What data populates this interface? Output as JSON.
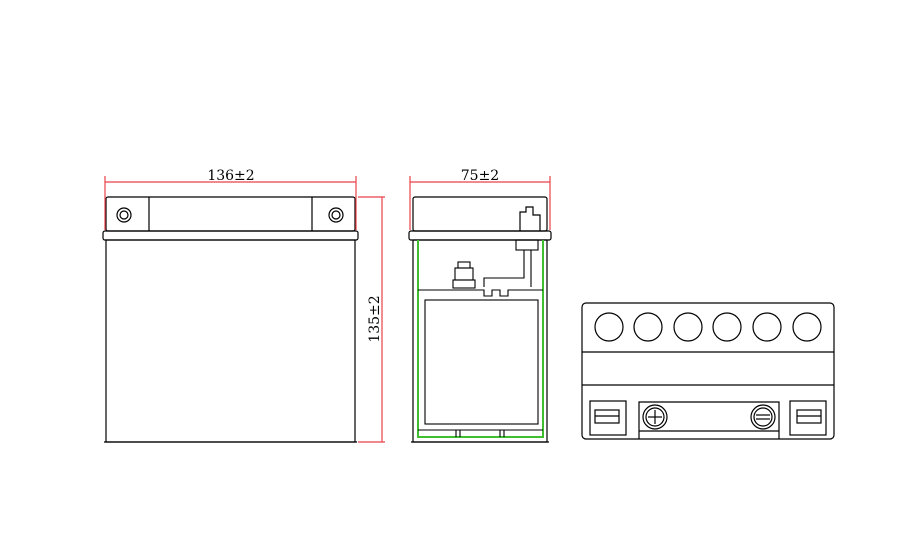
{
  "dimensions": {
    "front_width": "136±2",
    "side_width": "75±2",
    "height": "135±2"
  },
  "colors": {
    "outline": "#000000",
    "dimension_line": "#e8414a",
    "inner_wall": "#3fbf2f"
  },
  "icons": {
    "positive_terminal": "plus-circle-icon",
    "negative_terminal": "minus-circle-icon"
  }
}
